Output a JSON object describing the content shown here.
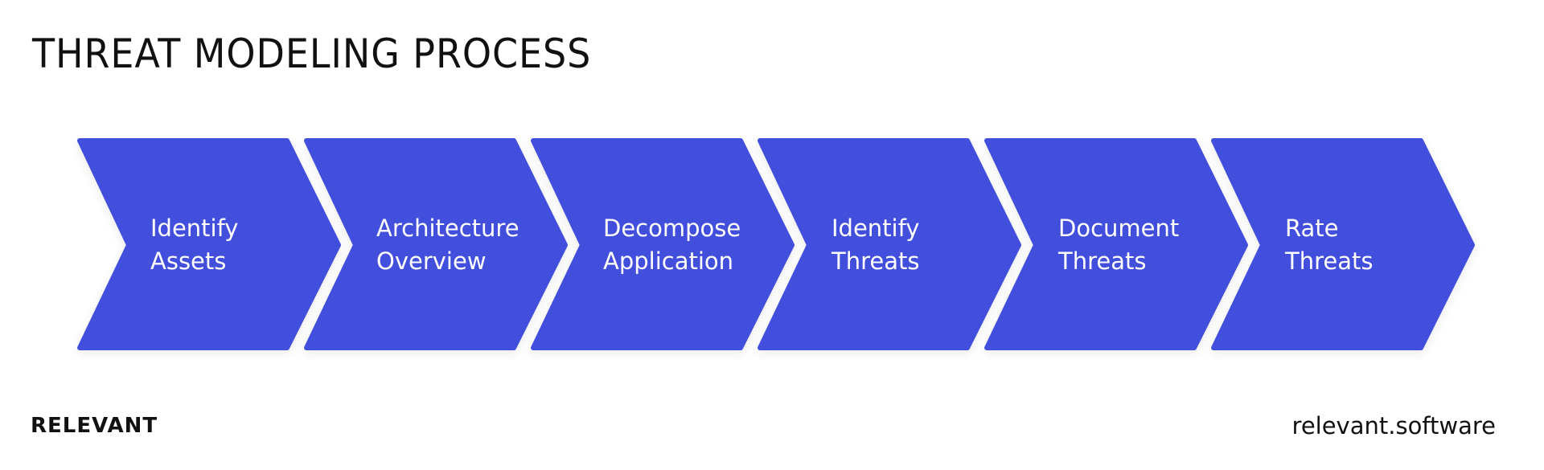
{
  "title": "THREAT MODELING PROCESS",
  "colors": {
    "chevron_fill": "#4250DC",
    "chevron_text": "#FFFFFF",
    "title_text": "#111111"
  },
  "steps": [
    {
      "line1": "Identify",
      "line2": "Assets"
    },
    {
      "line1": "Architecture",
      "line2": "Overview"
    },
    {
      "line1": "Decompose",
      "line2": "Application"
    },
    {
      "line1": "Identify",
      "line2": "Threats"
    },
    {
      "line1": "Document",
      "line2": "Threats"
    },
    {
      "line1": "Rate",
      "line2": "Threats"
    }
  ],
  "footer": {
    "brand": "RELEVANT",
    "website": "relevant.software"
  }
}
